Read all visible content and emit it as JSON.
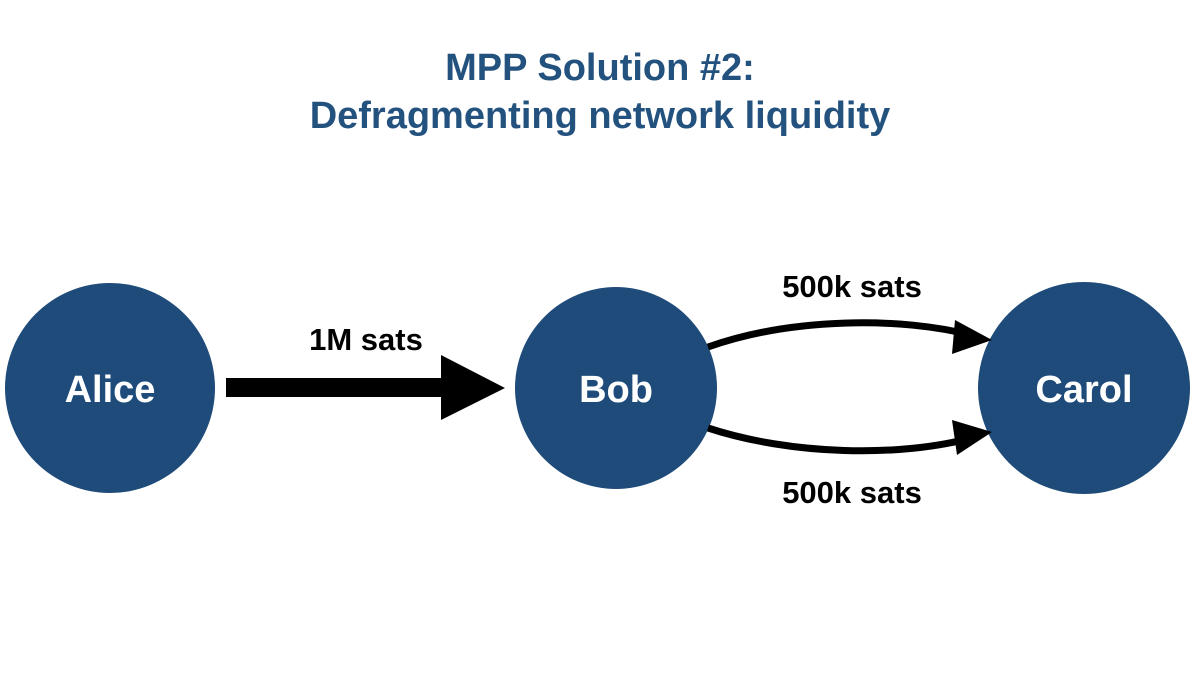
{
  "title": {
    "line1": "MPP Solution #2:",
    "line2": "Defragmenting network liquidity"
  },
  "colors": {
    "title": "#24527f",
    "node_fill": "#1f4b7a",
    "node_text": "#ffffff",
    "arrow": "#000000"
  },
  "nodes": {
    "alice": "Alice",
    "bob": "Bob",
    "carol": "Carol"
  },
  "edges": {
    "alice_bob": "1M sats",
    "bob_carol_top": "500k sats",
    "bob_carol_bottom": "500k sats"
  }
}
